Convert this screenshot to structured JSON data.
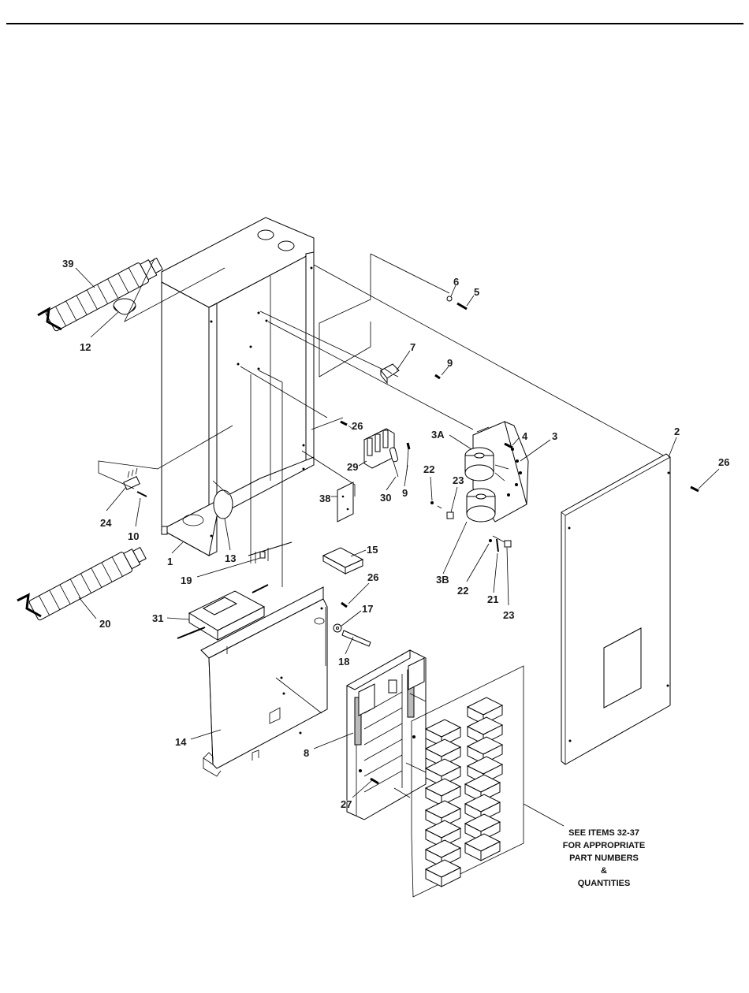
{
  "callouts": {
    "c39": "39",
    "c12": "12",
    "c24": "24",
    "c10": "10",
    "c1": "1",
    "c13": "13",
    "c19": "19",
    "c20": "20",
    "c31": "31",
    "c14": "14",
    "c6": "6",
    "c5": "5",
    "c7": "7",
    "c9a": "9",
    "c26a": "26",
    "c29": "29",
    "c30": "30",
    "c9b": "9",
    "c38": "38",
    "c3A": "3A",
    "c4": "4",
    "c3": "3",
    "c22a": "22",
    "c23a": "23",
    "c3B": "3B",
    "c22b": "22",
    "c21": "21",
    "c23b": "23",
    "c2": "2",
    "c26c": "26",
    "c15": "15",
    "c26b": "26",
    "c17": "17",
    "c18": "18",
    "c8": "8",
    "c27": "27"
  },
  "note": {
    "line1": "SEE ITEMS 32-37",
    "line2": "FOR APPROPRIATE",
    "line3": "PART NUMBERS",
    "line4": "&",
    "line5": "QUANTITIES"
  }
}
